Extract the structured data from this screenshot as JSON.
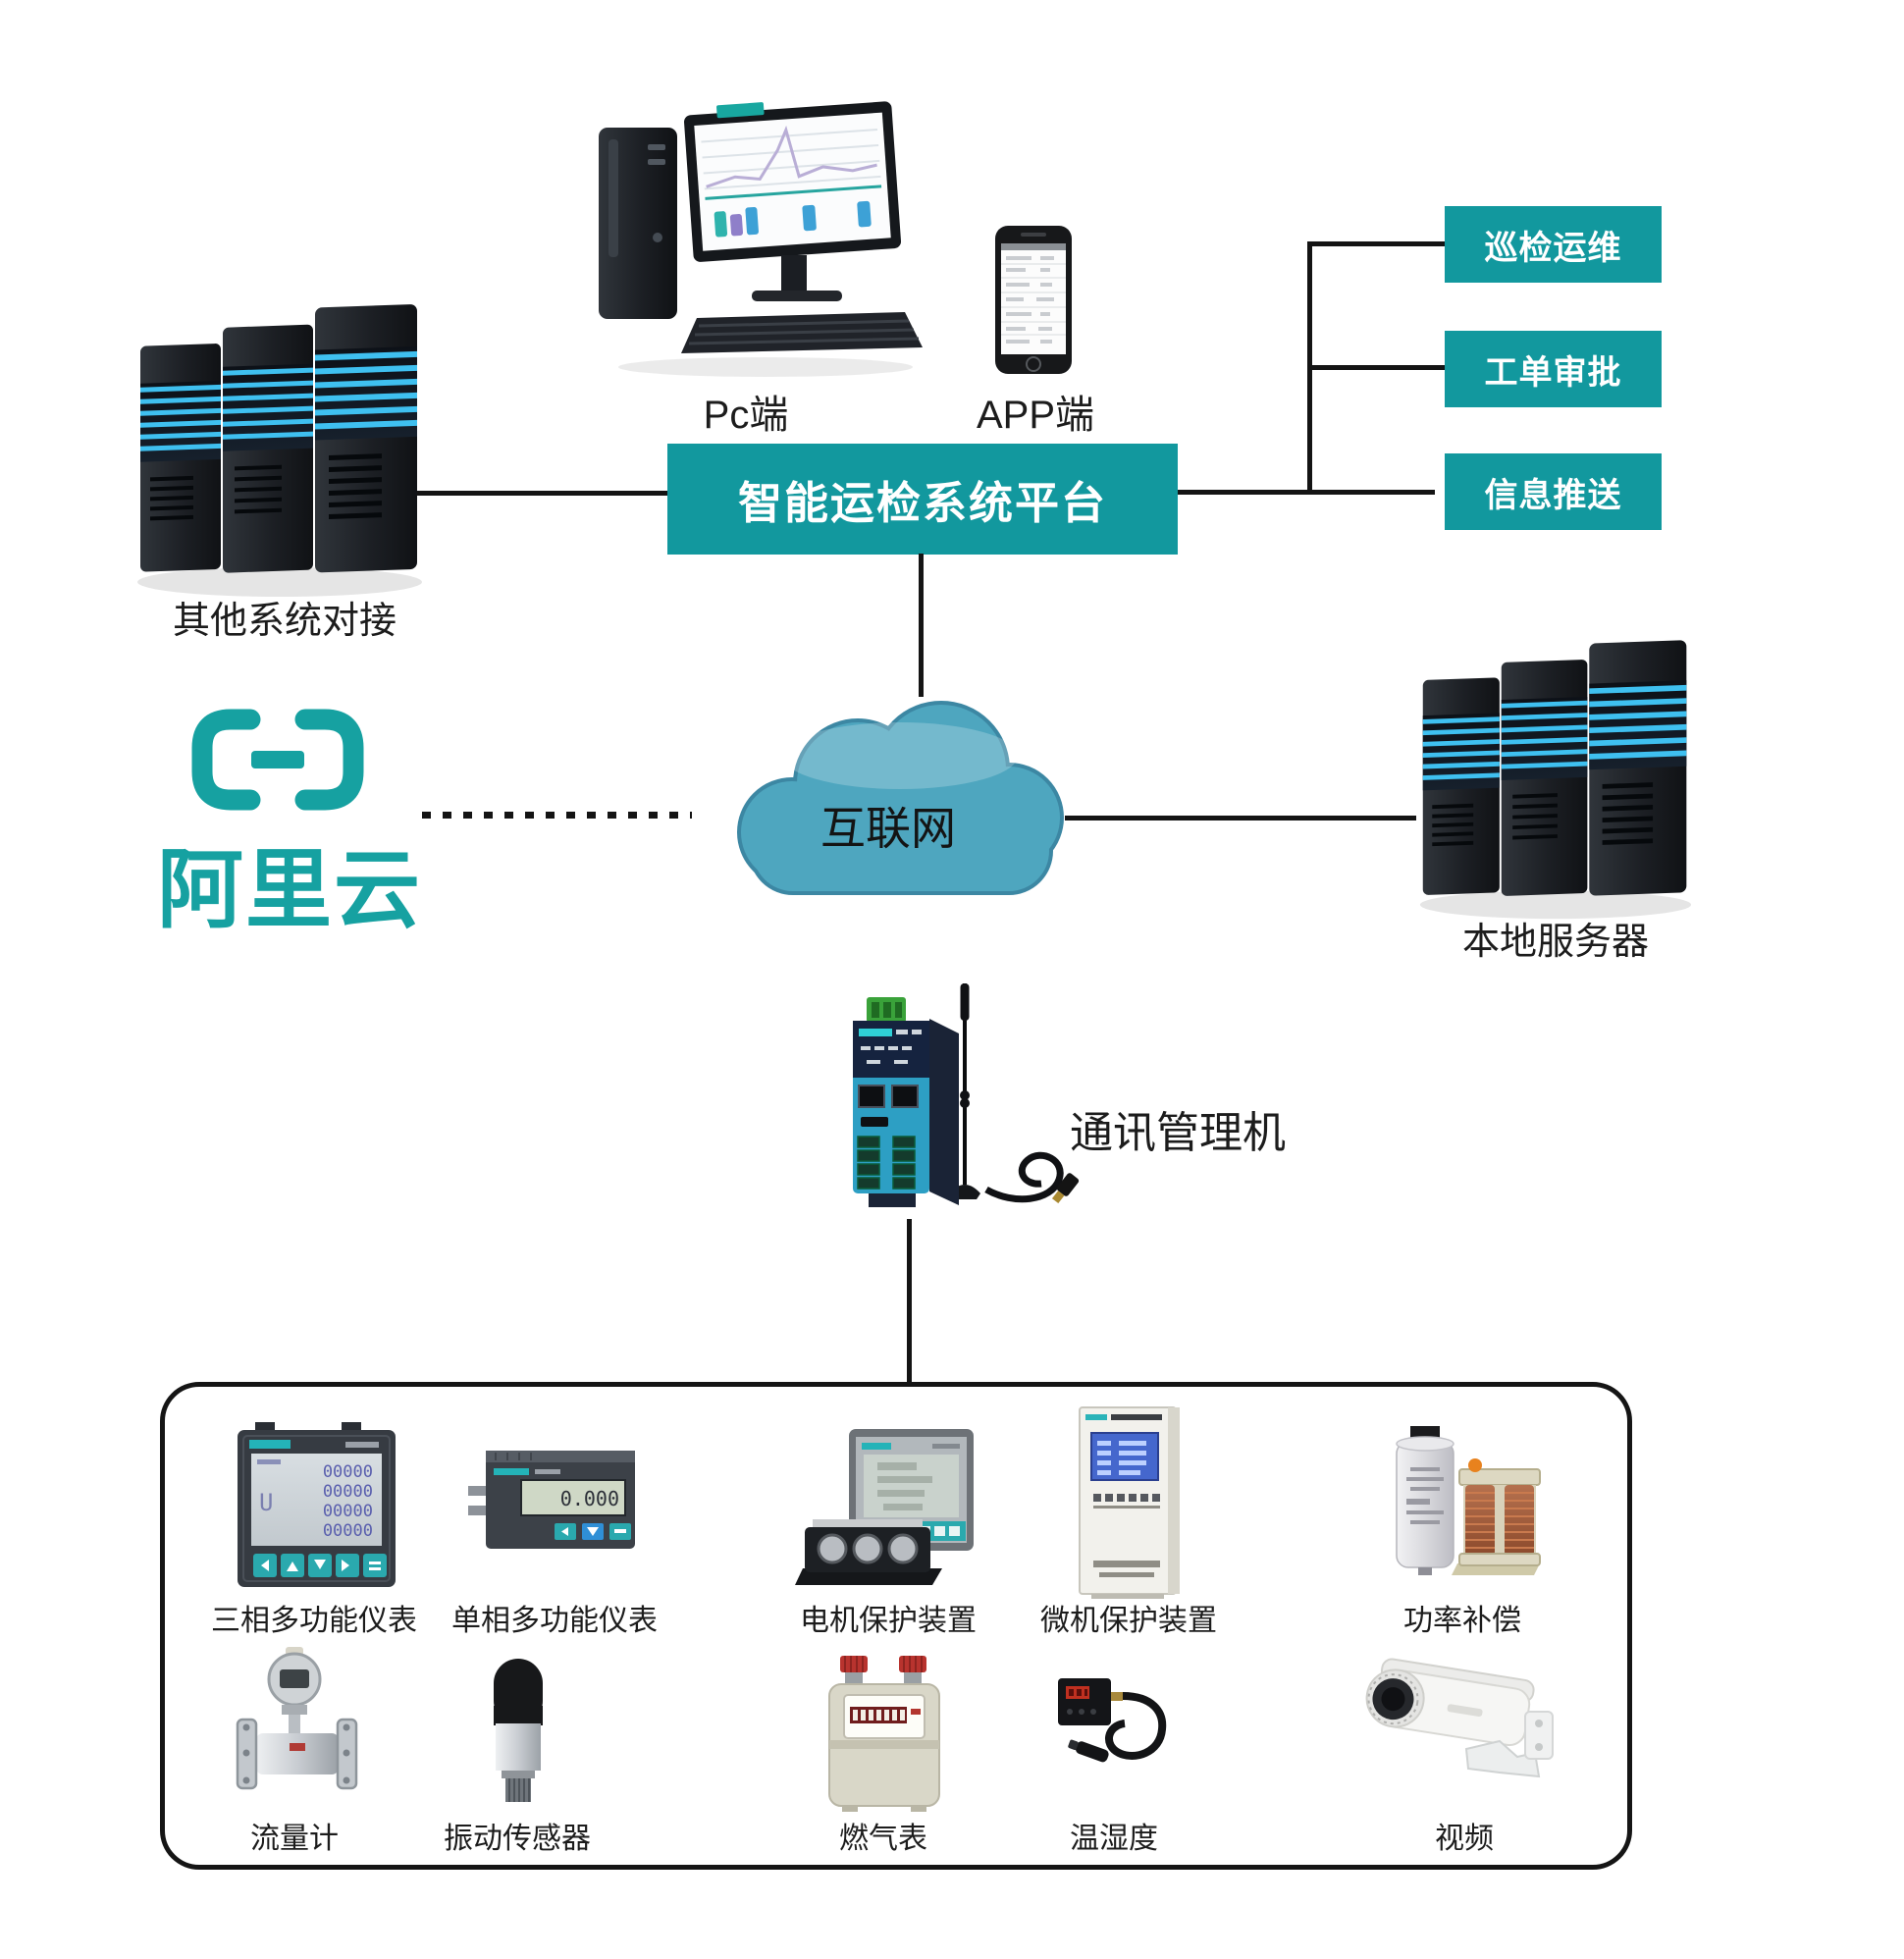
{
  "colors": {
    "platform_teal": "#12989e",
    "aliyun_teal": "#16a1a1",
    "connector_black": "#141414",
    "cloud_fill": "#67bcd2",
    "cloud_border": "#3c87a3",
    "server_stripe_blue": "#3fc0f0"
  },
  "top": {
    "pc_label": "Pc端",
    "app_label": "APP端"
  },
  "platform": {
    "title": "智能运检系统平台"
  },
  "functions": [
    {
      "label": "巡检运维"
    },
    {
      "label": "工单审批"
    },
    {
      "label": "信息推送"
    }
  ],
  "left_server": {
    "label": "其他系统对接"
  },
  "right_server": {
    "label": "本地服务器"
  },
  "cloud": {
    "label": "互联网"
  },
  "aliyun": {
    "label": "阿里云"
  },
  "gateway": {
    "label": "通讯管理机"
  },
  "devices": {
    "row1": [
      {
        "label": "三相多功能仪表"
      },
      {
        "label": "单相多功能仪表"
      },
      {
        "label": "电机保护装置"
      },
      {
        "label": "微机保护装置"
      },
      {
        "label": "功率补偿"
      }
    ],
    "row2": [
      {
        "label": "流量计"
      },
      {
        "label": "振动传感器"
      },
      {
        "label": "燃气表"
      },
      {
        "label": "温湿度"
      },
      {
        "label": "视频"
      }
    ]
  },
  "meter_display": {
    "unit_symbol": "U",
    "three_phase_rows": [
      "00000",
      "00000",
      "00000",
      "00000"
    ],
    "single_phase_value": "0.000"
  }
}
